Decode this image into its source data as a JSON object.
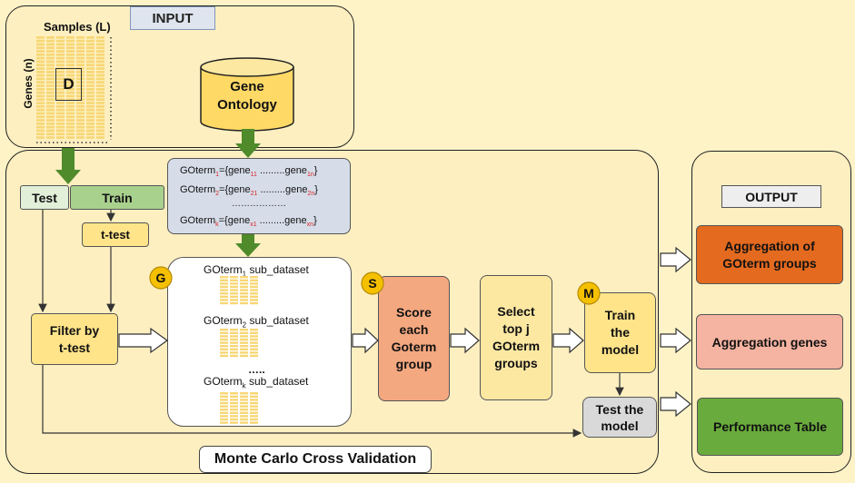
{
  "input": {
    "title": "INPUT",
    "samples_label": "Samples (L)",
    "genes_label": "Genes (n)",
    "matrix_label": "D",
    "ontology_line1": "Gene",
    "ontology_line2": "Ontology"
  },
  "goterms": {
    "row1": {
      "prefix": "GOterm",
      "sub": "1",
      "mid": "={gene",
      "gsub": "11",
      "dots": " .........gene",
      "esub": "1n",
      "close": "}"
    },
    "row2": {
      "prefix": "GOterm",
      "sub": "2",
      "mid": "={gene",
      "gsub": "21",
      "dots": " .........gene",
      "esub": "2n",
      "close": "}"
    },
    "ellipsis": "………………",
    "rowk": {
      "prefix": "GOterm",
      "sub": "k",
      "mid": "={gene",
      "gsub": "x1",
      "dots": " .........gene",
      "esub": "xn",
      "close": "}"
    }
  },
  "mccv": {
    "test": "Test",
    "train": "Train",
    "ttest": "t-test",
    "filter_line1": "Filter by",
    "filter_line2": "t-test",
    "g_badge": "G",
    "sub1": {
      "prefix": "GOterm",
      "sub": "1",
      "suffix": "  sub_dataset"
    },
    "sub2": {
      "prefix": "GOterm",
      "sub": "2",
      "suffix": "  sub_dataset"
    },
    "sub_dots": "…..",
    "subk": {
      "prefix": "GOterm",
      "sub": "k",
      "suffix": "  sub_dataset"
    },
    "s_badge": "S",
    "score_lines": [
      "Score",
      "each",
      "Goterm",
      "group"
    ],
    "select_lines": [
      "Select",
      "top j",
      "GOterm",
      "groups"
    ],
    "m_badge": "M",
    "train_lines": [
      "Train",
      "the",
      "model"
    ],
    "test_model_lines": [
      "Test the",
      "model"
    ],
    "label": "Monte Carlo Cross Validation"
  },
  "output": {
    "title": "OUTPUT",
    "agg_groups_lines": [
      "Aggregation of",
      "GOterm groups"
    ],
    "agg_genes": "Aggregation genes",
    "perf_table": "Performance Table"
  },
  "colors": {
    "background": "#fdf3c7",
    "panel": "#fdefc0",
    "yellow_box": "#ffe48a",
    "matrix_cell": "#f7d775",
    "score": "#f4a880",
    "select": "#fde8a2",
    "orange": "#e46a1f",
    "salmon": "#f5b3a1",
    "green": "#6aab3d",
    "train_green": "#a9d18e",
    "test_teal": "#e2efd9",
    "go_blue": "#d6dde9",
    "arrow_green": "#4f8a2b",
    "badge": "#f5c000"
  }
}
